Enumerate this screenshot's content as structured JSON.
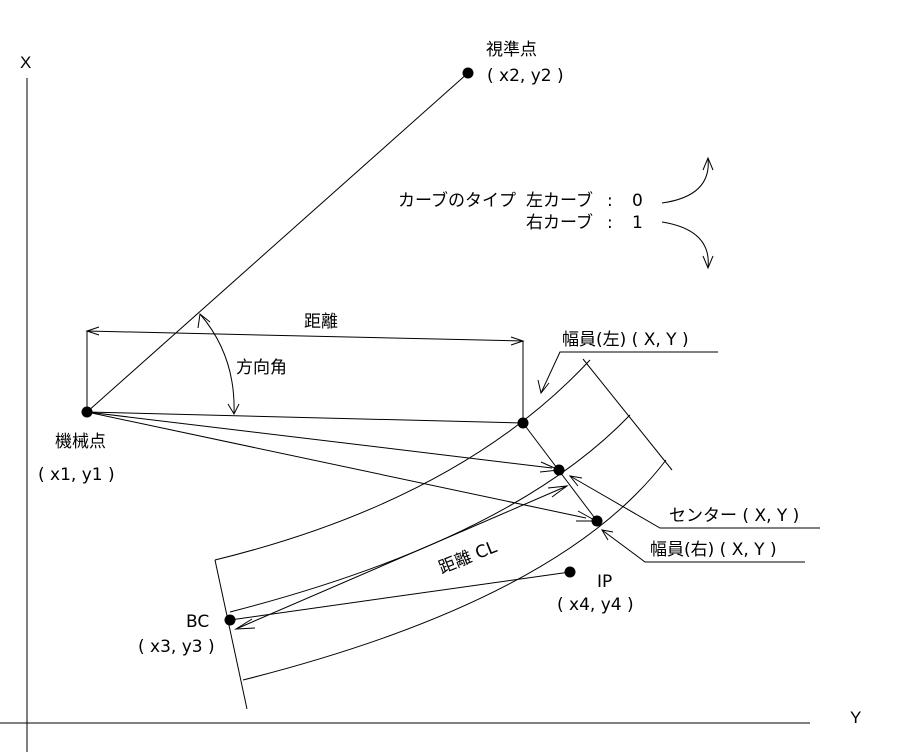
{
  "axes": {
    "x_label": "X",
    "y_label": "Y"
  },
  "points": {
    "target_title": "視準点",
    "target_coords": "( x2, y2 )",
    "machine_title": "機械点",
    "machine_coords": "( x1, y1 )",
    "bc_title": "BC",
    "bc_coords": "( x3, y3 )",
    "ip_title": "IP",
    "ip_coords": "( x4, y4 )"
  },
  "curve_type": {
    "title": "カーブのタイプ",
    "left_label": "左カーブ",
    "left_colon": ":",
    "left_value": "0",
    "right_label": "右カーブ",
    "right_colon": ":",
    "right_value": "1"
  },
  "labels": {
    "distance": "距離",
    "direction_angle": "方向角",
    "width_left": "幅員(左) ( X, Y )",
    "center": "センター ( X, Y )",
    "width_right": "幅員(右) ( X, Y )",
    "distance_cl": "距離 CL"
  },
  "colors": {
    "ink": "#000000",
    "background": "#ffffff"
  }
}
